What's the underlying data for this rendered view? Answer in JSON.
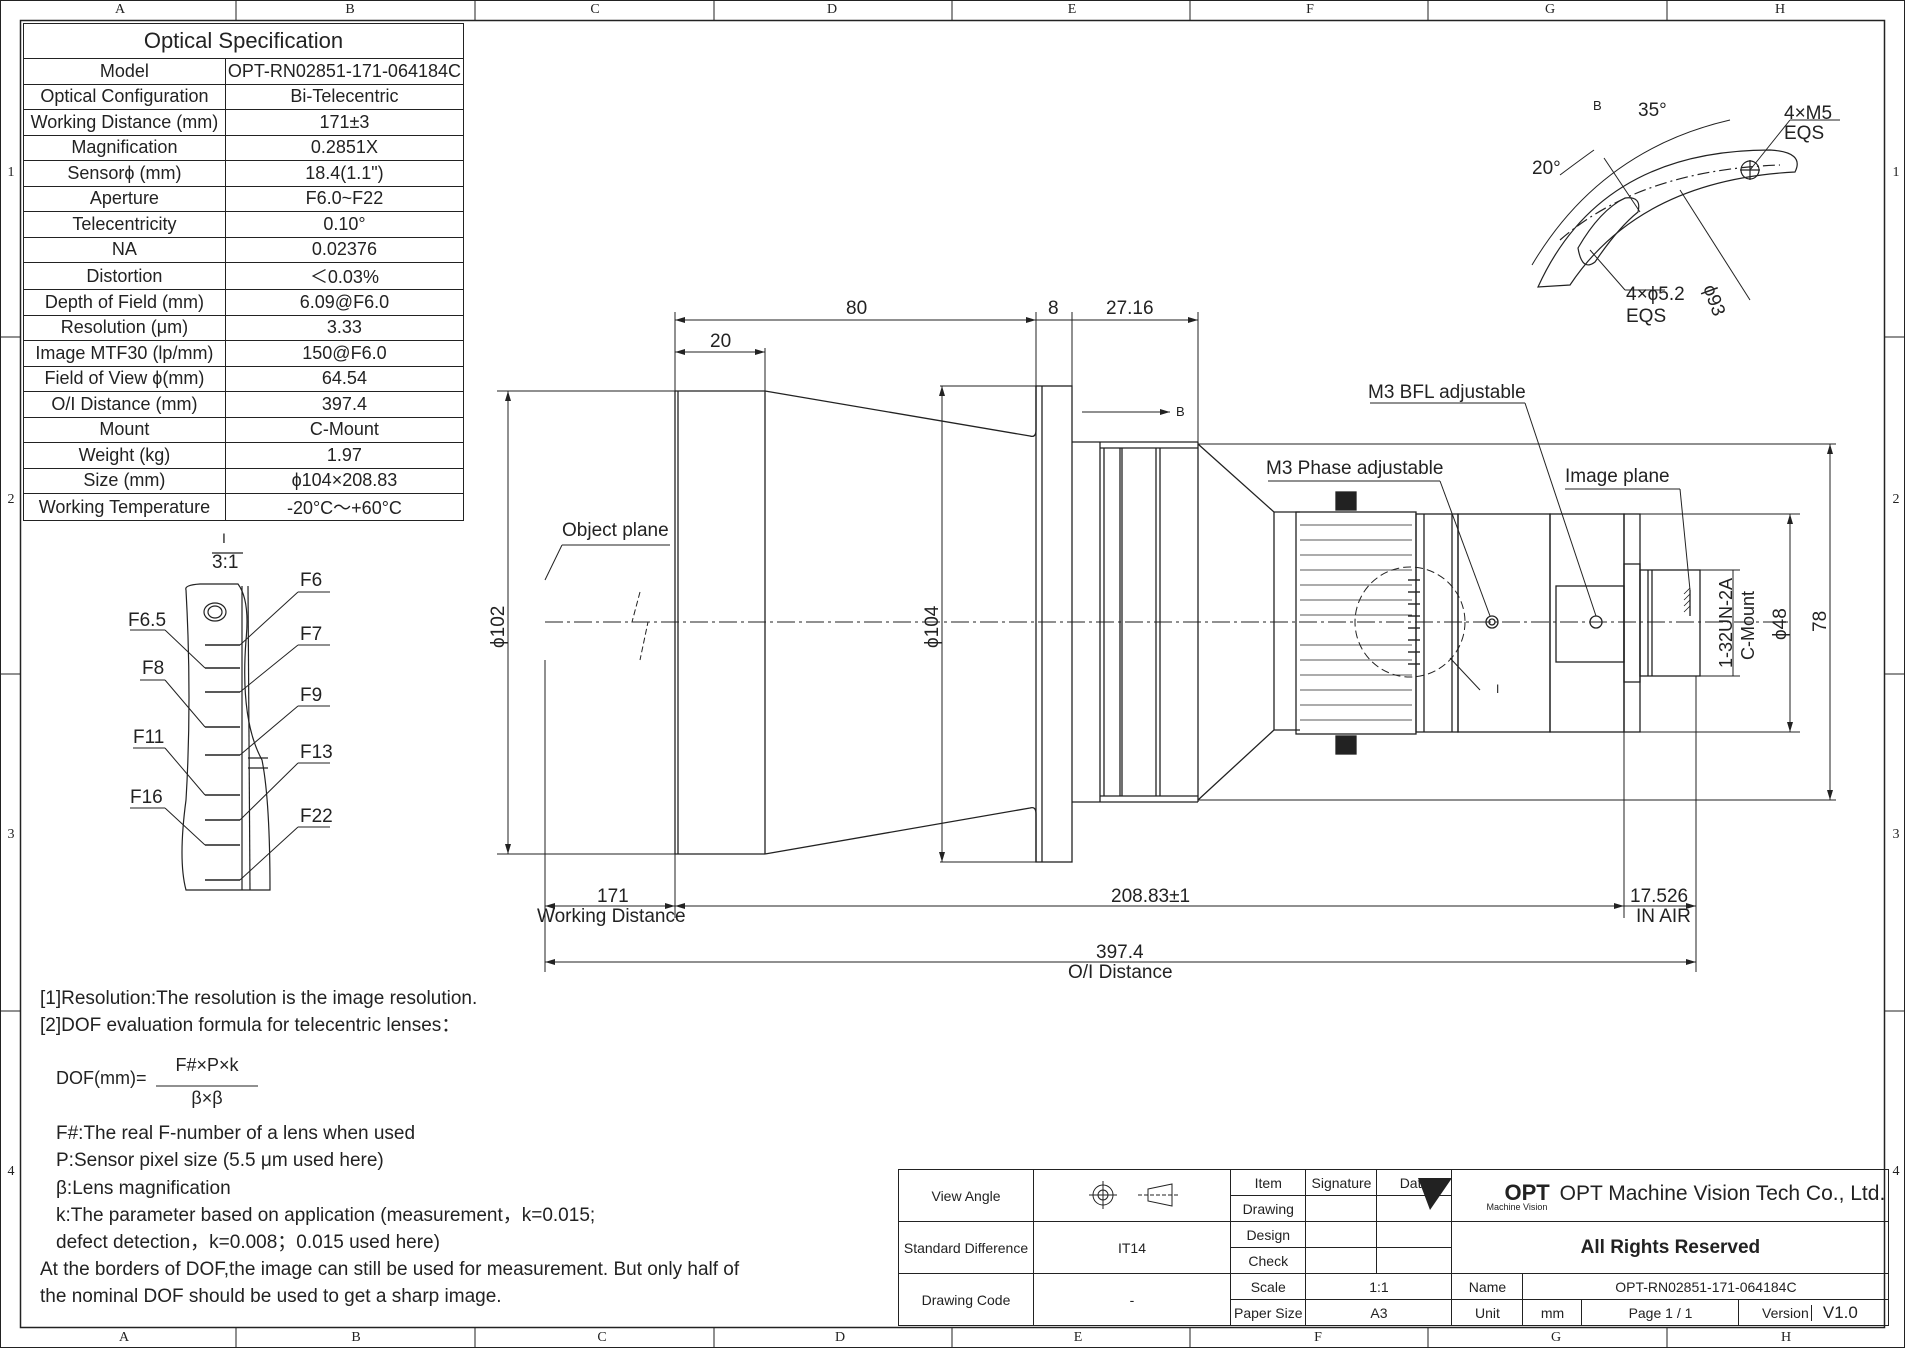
{
  "border": {
    "cols": [
      "A",
      "B",
      "C",
      "D",
      "E",
      "F",
      "G",
      "H"
    ],
    "bottom_cols": [
      "A",
      "B",
      "C",
      "D",
      "E",
      "F",
      "G",
      "H"
    ],
    "rows": [
      "1",
      "2",
      "3",
      "4"
    ]
  },
  "spec": {
    "title": "Optical Specification",
    "rows": [
      {
        "k": "Model",
        "v": "OPT-RN02851-171-064184C"
      },
      {
        "k": "Optical Configuration",
        "v": "Bi-Telecentric"
      },
      {
        "k": "Working Distance (mm)",
        "v": "171±3"
      },
      {
        "k": "Magnification",
        "v": "0.2851X"
      },
      {
        "k": "Sensorϕ (mm)",
        "v": "18.4(1.1\")"
      },
      {
        "k": "Aperture",
        "v": "F6.0~F22"
      },
      {
        "k": "Telecentricity",
        "v": "0.10°"
      },
      {
        "k": "NA",
        "v": "0.02376"
      },
      {
        "k": "Distortion",
        "v": "＜0.03%"
      },
      {
        "k": "Depth of Field (mm)",
        "v": "6.09@F6.0"
      },
      {
        "k": "Resolution (μm)",
        "v": "3.33"
      },
      {
        "k": "Image MTF30 (lp/mm)",
        "v": "150@F6.0"
      },
      {
        "k": "Field of View ϕ(mm)",
        "v": "64.54"
      },
      {
        "k": "O/I Distance (mm)",
        "v": "397.4"
      },
      {
        "k": "Mount",
        "v": "C-Mount"
      },
      {
        "k": "Weight (kg)",
        "v": "1.97"
      },
      {
        "k": "Size (mm)",
        "v": "ϕ104×208.83"
      },
      {
        "k": "Working Temperature",
        "v": "-20°C～+60°C"
      }
    ]
  },
  "detail_i": {
    "marker": "I",
    "scale": "3:1",
    "f_labels": [
      "F6",
      "F6.5",
      "F7",
      "F8",
      "F9",
      "F11",
      "F13",
      "F16",
      "F22"
    ]
  },
  "detail_b": {
    "marker": "B",
    "angle1": "35°",
    "angle2": "20°",
    "screw": "4×M5",
    "screw_eqs": "EQS",
    "hole": "4×ϕ5.2",
    "hole_eqs": "EQS",
    "dia": "ϕ93"
  },
  "drawing": {
    "dim_80": "80",
    "dim_8": "8",
    "dim_2716": "27.16",
    "dim_20": "20",
    "section_b": "B",
    "object_plane": "Object plane",
    "m3_bfl": "M3 BFL adjustable",
    "m3_phase": "M3 Phase adjustable",
    "image_plane": "Image plane",
    "phi102": "ϕ102",
    "phi104": "ϕ104",
    "phi48": "ϕ48",
    "dim_78": "78",
    "thread": "1-32UN-2A",
    "cmount": "C-Mount",
    "detail_i_marker": "I",
    "wd_val": "171",
    "wd_lbl": "Working Distance",
    "len_val": "208.83±1",
    "bfl_val": "17.526",
    "bfl_lbl": "IN AIR",
    "oi_val": "397.4",
    "oi_lbl": "O/I Distance"
  },
  "notes": {
    "n1": "[1]Resolution:The resolution is  the image resolution.",
    "n2": "[2]DOF evaluation formula for telecentric lenses：",
    "dof_lhs": "DOF(mm)=",
    "dof_num": "F#×P×k",
    "dof_den": "β×β",
    "d1": "F#:The real F-number of a lens when used",
    "d2": "P:Sensor pixel size (5.5 μm used here)",
    "d3": "β:Lens magnification",
    "d4": "k:The parameter based on application (measurement，k=0.015;",
    "d5": "defect detection，k=0.008；0.015 used here)",
    "d6": "At the borders of DOF,the image can still be used for measurement. But only half of",
    "d7": "the nominal DOF should be used to get a sharp image."
  },
  "title_block": {
    "view_angle": "View Angle",
    "std_diff": "Standard Difference",
    "std_val": "IT14",
    "drawing_code": "Drawing Code",
    "code_val": "-",
    "item": "Item",
    "signature": "Signature",
    "date": "Date",
    "drawing": "Drawing",
    "design": "Design",
    "check": "Check",
    "scale": "Scale",
    "scale_val": "1:1",
    "paper": "Paper Size",
    "paper_val": "A3",
    "logo": "OPT",
    "logo_sub": "Machine Vision",
    "company": "OPT Machine Vision Tech Co., Ltd.",
    "rights": "All Rights Reserved",
    "name": "Name",
    "name_val": "OPT-RN02851-171-064184C",
    "unit": "Unit",
    "unit_val": "mm",
    "page": "Page 1 / 1",
    "version": "Version",
    "version_val": "V1.0"
  }
}
